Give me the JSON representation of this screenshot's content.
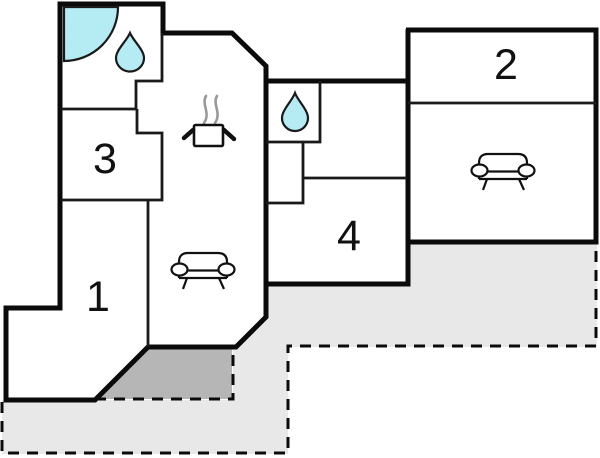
{
  "plan": {
    "type": "floor-plan",
    "colors": {
      "wall": "#0b0b0b",
      "interior_wall": "#1a1a1a",
      "water": "#b5ecf4",
      "terrace_light": "#e8e8e8",
      "terrace_dark": "#b6b6b6",
      "steam": "#999999",
      "label": "#111111",
      "background": "#ffffff",
      "furniture": "#111111",
      "furniture_fill": "#ffffff"
    },
    "rooms": {
      "r1": {
        "label": "1"
      },
      "r2": {
        "label": "2"
      },
      "r3": {
        "label": "3"
      },
      "r4": {
        "label": "4"
      }
    },
    "icons": {
      "shower": "shower-quarter-circle-icon",
      "drop_bathroom": "water-drop-icon",
      "drop_wc": "water-drop-icon",
      "stove": "stove-pot-steam-icon",
      "sofa_living": "sofa-icon",
      "sofa_lounge": "sofa-icon"
    }
  }
}
